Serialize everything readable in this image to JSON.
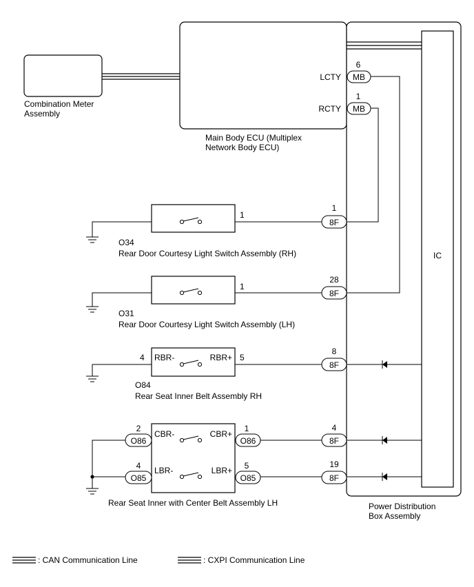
{
  "components": {
    "combination_meter": "Combination Meter\nAssembly",
    "main_body_ecu": "Main Body ECU (Multiplex\nNetwork Body ECU)",
    "power_distribution_box": "Power Distribution\nBox Assembly",
    "ic": "IC",
    "o34_code": "O34",
    "o34_name": "Rear Door Courtesy Light Switch Assembly (RH)",
    "o31_code": "O31",
    "o31_name": "Rear Door Courtesy Light Switch Assembly (LH)",
    "o84_code": "O84",
    "o84_name": "Rear Seat Inner Belt Assembly RH",
    "seat_lh_name": "Rear Seat Inner with Center Belt Assembly LH"
  },
  "ecu_pins": {
    "lcty_label": "LCTY",
    "lcty_pin": "6",
    "lcty_conn": "MB",
    "rcty_label": "RCTY",
    "rcty_pin": "1",
    "rcty_conn": "MB"
  },
  "pdb_pins": {
    "p1": "1",
    "p28": "28",
    "p8": "8",
    "p4": "4",
    "p19": "19",
    "conn": "8F"
  },
  "switch_pins": {
    "o34_pin": "1",
    "o31_pin": "1",
    "o84_left_pin": "4",
    "o84_left_label": "RBR-",
    "o84_right_pin": "5",
    "o84_right_label": "RBR+",
    "cbr_left_pin": "2",
    "cbr_left_label": "CBR-",
    "cbr_left_conn": "O86",
    "cbr_right_pin": "1",
    "cbr_right_label": "CBR+",
    "cbr_right_conn": "O86",
    "lbr_left_pin": "4",
    "lbr_left_label": "LBR-",
    "lbr_left_conn": "O85",
    "lbr_right_pin": "5",
    "lbr_right_label": "LBR+",
    "lbr_right_conn": "O85"
  },
  "legend": {
    "can": ": CAN Communication Line",
    "cxpi": ": CXPI Communication Line"
  }
}
